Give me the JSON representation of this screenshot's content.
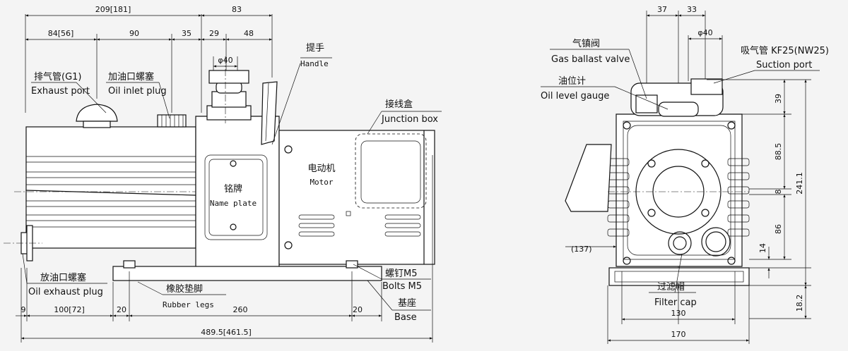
{
  "front": {
    "dim_overall_top": "209[181]",
    "dim_motor_top": "83",
    "dim_a": "84[56]",
    "dim_b": "90",
    "dim_c": "35",
    "dim_d": "29",
    "dim_e": "48",
    "dim_phi_inlet": "φ40",
    "dim_left_9": "9",
    "dim_100": "100[72]",
    "dim_20_left": "20",
    "dim_260": "260",
    "dim_20_right": "20",
    "dim_overall_bottom": "489.5[461.5]",
    "exhaust_port_cn": "排气管(G1)",
    "exhaust_port_en": "Exhaust port",
    "oil_inlet_cn": "加油口螺塞",
    "oil_inlet_en": "Oil inlet plug",
    "handle_cn": "提手",
    "handle_en": "Handle",
    "junction_cn": "接线盒",
    "junction_en": "Junction box",
    "motor_cn": "电动机",
    "motor_en": "Motor",
    "nameplate_cn": "铭牌",
    "nameplate_en": "Name plate",
    "oil_exhaust_cn": "放油口螺塞",
    "oil_exhaust_en": "Oil exhaust plug",
    "rubber_legs_cn": "橡胶垫脚",
    "rubber_legs_en": "Rubber legs",
    "bolts_cn": "螺钉M5",
    "bolts_en": "Bolts M5",
    "base_cn": "基座",
    "base_en": "Base"
  },
  "side": {
    "dim_37": "37",
    "dim_33": "33",
    "dim_phi": "φ40",
    "gas_ballast_cn": "气镇阀",
    "gas_ballast_en": "Gas ballast valve",
    "suction_cn": "吸气管 KF25(NW25)",
    "suction_en": "Suction port",
    "oil_level_cn": "油位计",
    "oil_level_en": "Oil level gauge",
    "dim_39": "39",
    "dim_88_5": "88.5",
    "dim_8": "8",
    "dim_241_1": "241.1",
    "dim_86": "86",
    "dim_14": "14",
    "dim_18_2": "18.2",
    "dim_137": "(137)",
    "filter_cn": "过滤帽",
    "filter_en": "Filter cap",
    "dim_130": "130",
    "dim_170": "170"
  }
}
